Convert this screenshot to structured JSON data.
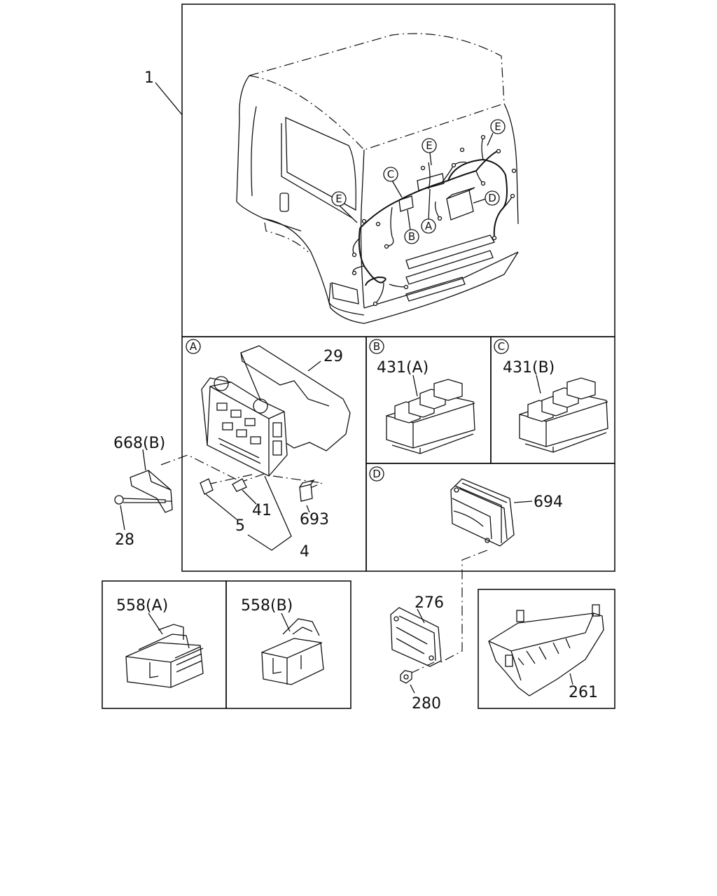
{
  "callouts": {
    "c1": "1",
    "c29": "29",
    "c668b": "668(B)",
    "c28": "28",
    "c5": "5",
    "c41": "41",
    "c4": "4",
    "c693": "693",
    "c431a": "431(A)",
    "c431b": "431(B)",
    "c694": "694",
    "c558a": "558(A)",
    "c558b": "558(B)",
    "c276": "276",
    "c280": "280",
    "c261": "261"
  },
  "panel_letters": {
    "a": "A",
    "b": "B",
    "c": "C",
    "d": "D"
  },
  "cab_markers": {
    "e1": "E",
    "e2": "E",
    "e3": "E",
    "c": "C",
    "b": "B",
    "a": "A",
    "d": "D"
  }
}
